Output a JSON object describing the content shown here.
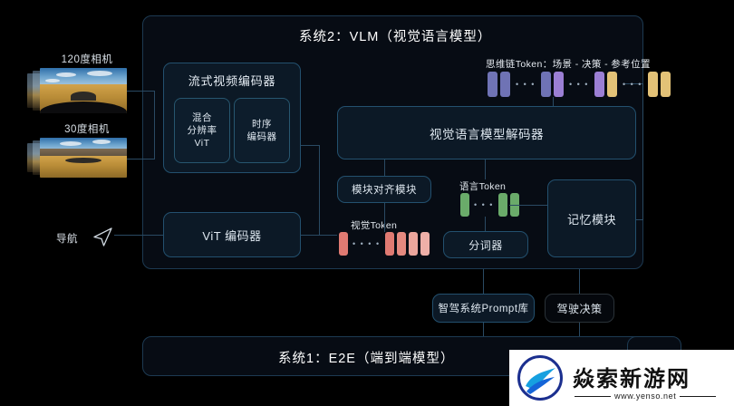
{
  "system2": {
    "title": "系统2：VLM（视觉语言模型）",
    "streaming_encoder": {
      "title": "流式视频编码器",
      "sub_blocks": [
        {
          "label": "混合\n分辨率\nViT"
        },
        {
          "label": "时序\n编码器"
        }
      ]
    },
    "vit_encoder": {
      "label": "ViT 编码器"
    },
    "alignment_module": {
      "label": "模块对齐模块"
    },
    "visual_token": {
      "label": "视觉Token"
    },
    "language_token": {
      "label": "语言Token"
    },
    "tokenizer": {
      "label": "分词器"
    },
    "vlm_decoder": {
      "label": "视觉语言模型解码器"
    },
    "memory_module": {
      "label": "记忆模块"
    },
    "cot": {
      "label": "思维链Token：场景 - 决策 - 参考位置",
      "tokens": [
        {
          "color": "#6f73b5"
        },
        {
          "color": "#6f73b5"
        },
        {
          "ellipsis": "• • •"
        },
        {
          "color": "#6f73b5"
        },
        {
          "color": "#9b7fd4"
        },
        {
          "ellipsis": "• • •"
        },
        {
          "color": "#9b7fd4"
        },
        {
          "color": "#e3c277"
        },
        {
          "ellipsis": "• • •"
        },
        {
          "color": "#e3c277"
        },
        {
          "color": "#e3c277"
        }
      ]
    },
    "visual_tokens": [
      {
        "color": "#e07a72"
      },
      {
        "ellipsis": "• • • •"
      },
      {
        "color": "#e07a72"
      },
      {
        "color": "#e5897f"
      },
      {
        "color": "#eba59c"
      },
      {
        "color": "#efb0a8"
      }
    ],
    "language_tokens": [
      {
        "color": "#6aab6a"
      },
      {
        "ellipsis": "• • •"
      },
      {
        "color": "#6aab6a"
      },
      {
        "color": "#6aab6a"
      }
    ]
  },
  "cameras": [
    {
      "label": "120度相机"
    },
    {
      "label": "30度相机"
    }
  ],
  "navigation": {
    "label": "导航",
    "icon": "navigation-arrow-icon"
  },
  "outputs": [
    {
      "label": "智驾系统Prompt库",
      "style": "blue"
    },
    {
      "label": "驾驶决策",
      "style": "dark"
    }
  ],
  "system1": {
    "title": "系统1：E2E（端到端模型）"
  },
  "watermark": {
    "text": "焱索新游网",
    "url": "www.yenso.net"
  },
  "colors": {
    "panel_border": "#1d3a52",
    "card_border": "#23506e",
    "card_bg": "#0c1926",
    "line": "#2a4a63",
    "background": "#000000"
  }
}
